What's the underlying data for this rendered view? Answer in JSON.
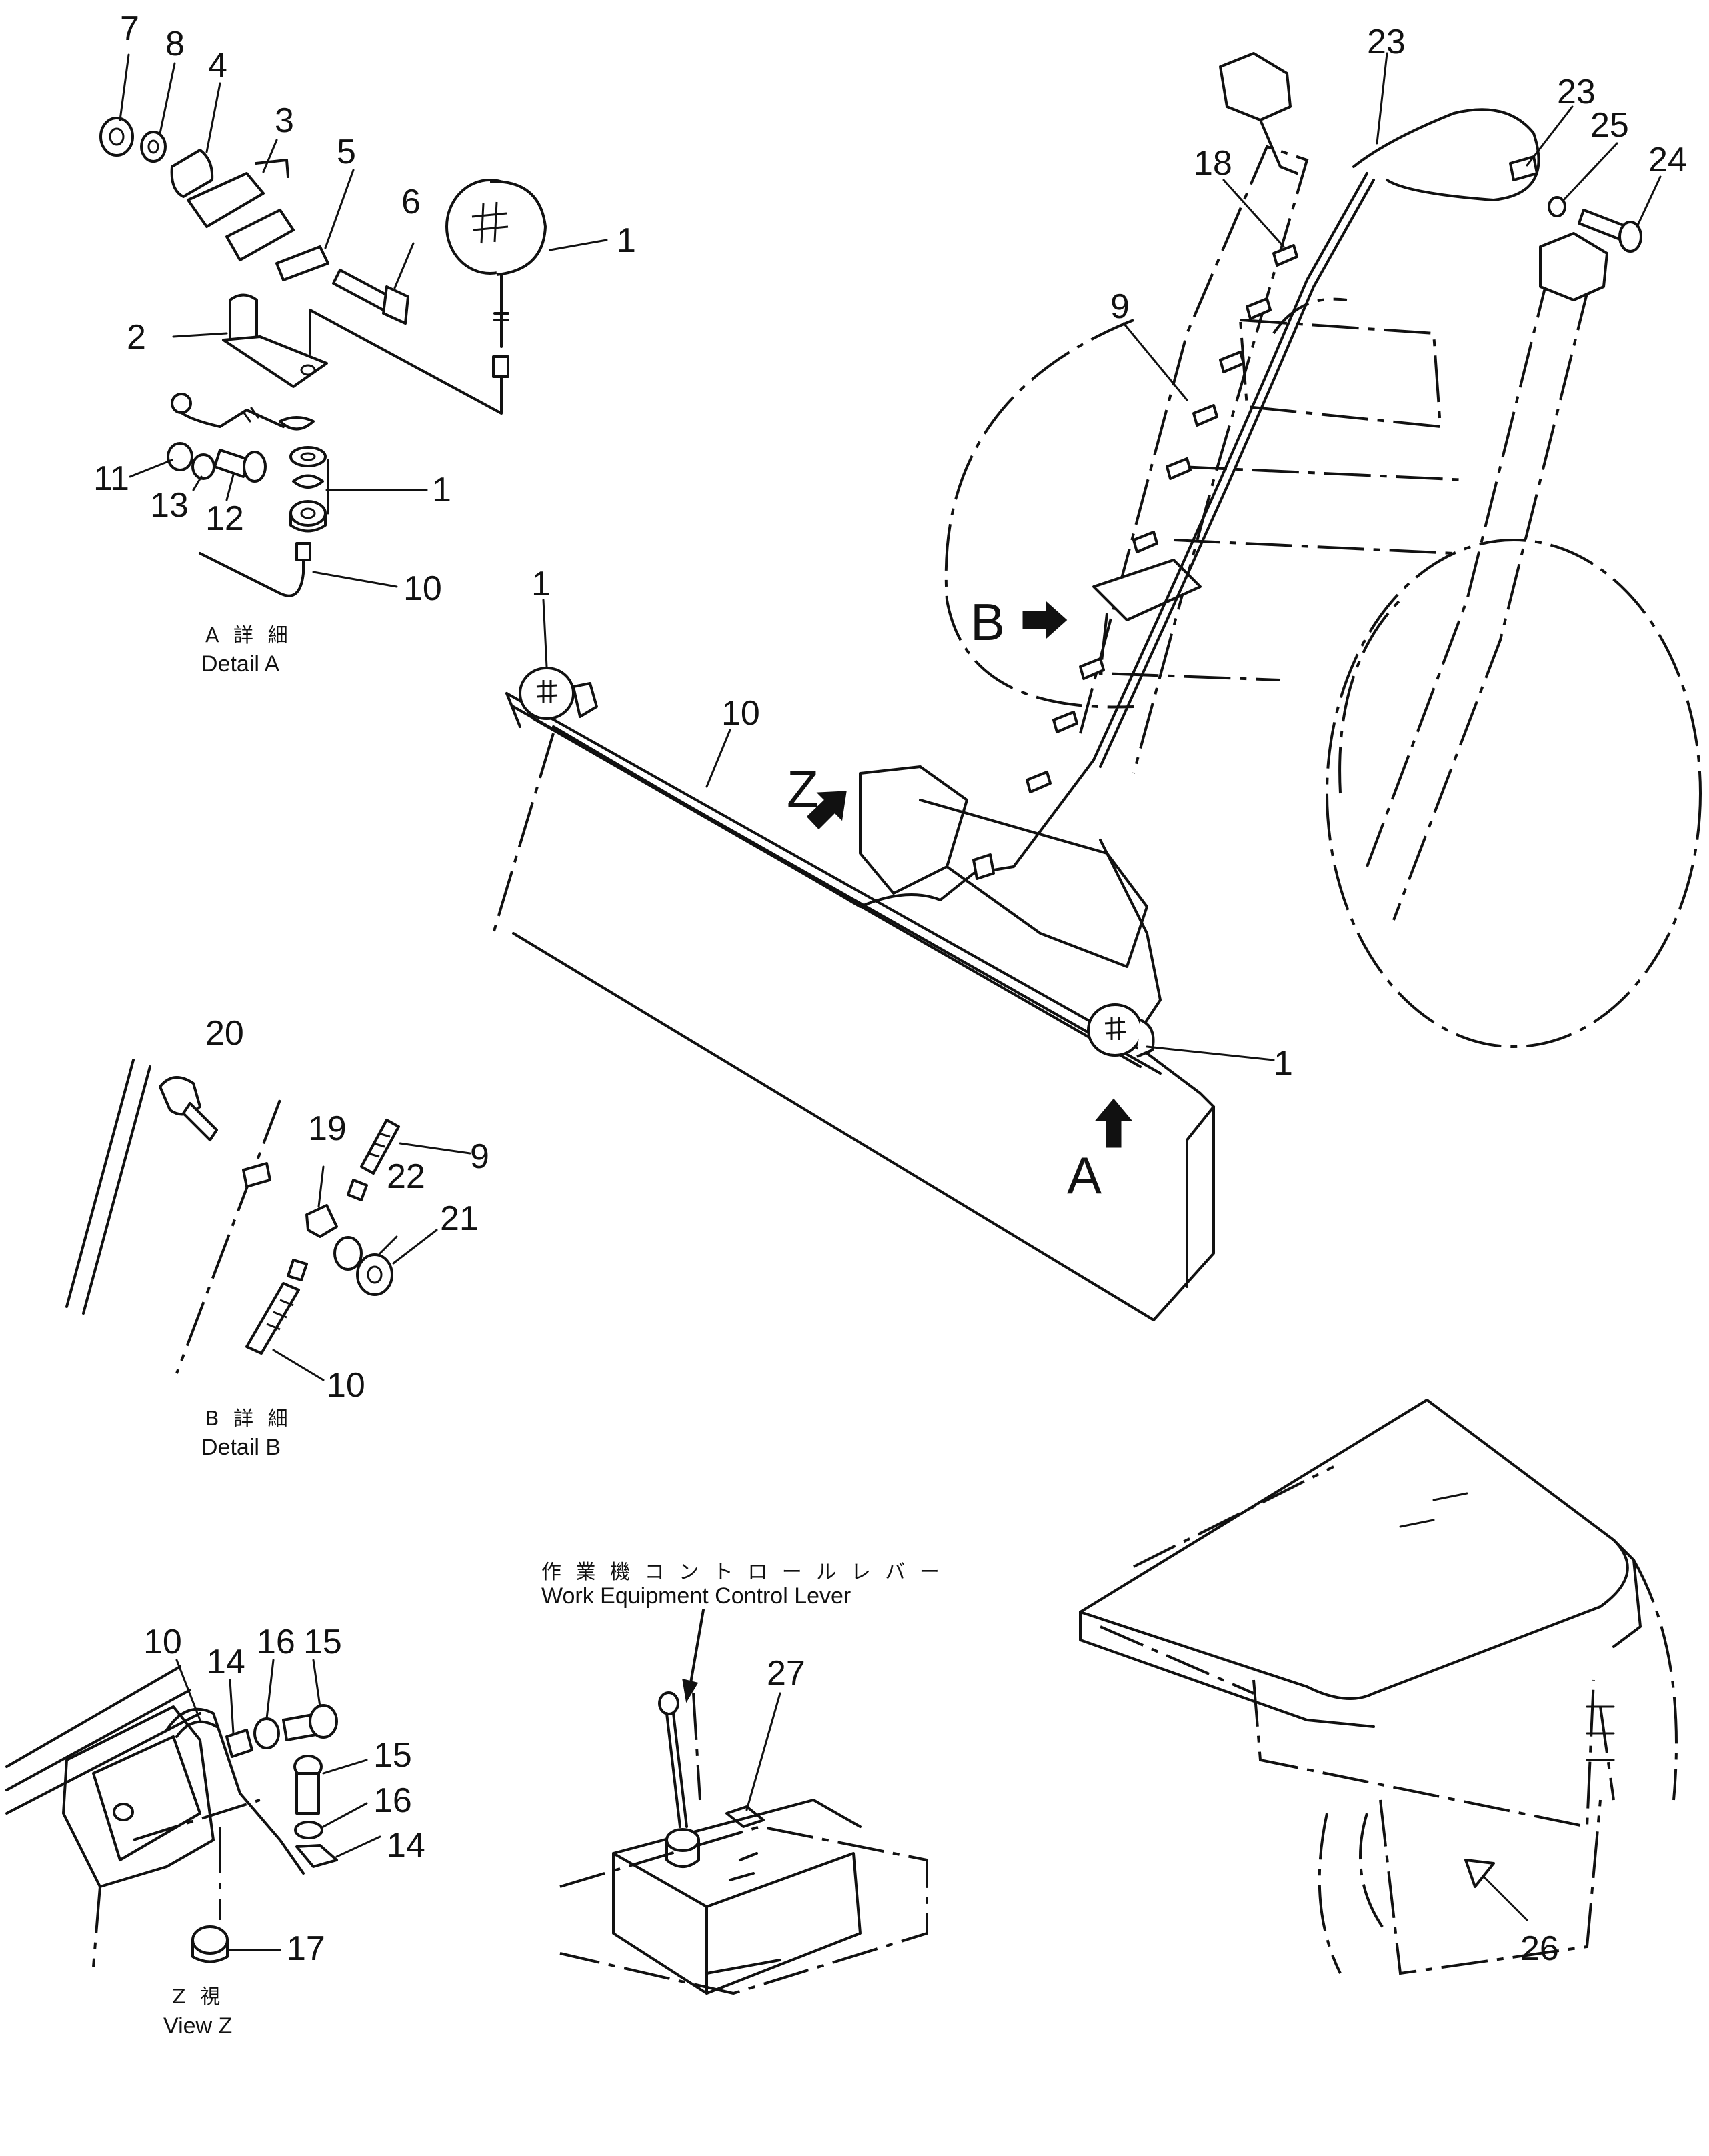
{
  "detail_a": {
    "caption_jp": "A 詳 細",
    "caption_en": "Detail A",
    "part_numbers": [
      "7",
      "8",
      "4",
      "3",
      "5",
      "6",
      "1",
      "2",
      "11",
      "13",
      "12",
      "1",
      "10"
    ]
  },
  "main_view": {
    "part_numbers": [
      "23",
      "23",
      "25",
      "24",
      "18",
      "9",
      "10",
      "1",
      "1"
    ],
    "view_letters": [
      "B",
      "Z",
      "A"
    ]
  },
  "detail_b": {
    "caption_jp": "B 詳 細",
    "caption_en": "Detail B",
    "part_numbers": [
      "20",
      "19",
      "9",
      "22",
      "21",
      "10"
    ]
  },
  "view_z": {
    "caption_jp": "Z 視",
    "caption_en": "View Z",
    "part_numbers": [
      "10",
      "14",
      "16",
      "15",
      "15",
      "16",
      "14",
      "17"
    ]
  },
  "lever_view": {
    "label_jp": "作 業 機 コ ン ト ロ ー ル レ バ ー",
    "label_en": "Work Equipment Control Lever",
    "part_numbers": [
      "27"
    ]
  },
  "cab_view": {
    "part_numbers": [
      "26"
    ]
  }
}
